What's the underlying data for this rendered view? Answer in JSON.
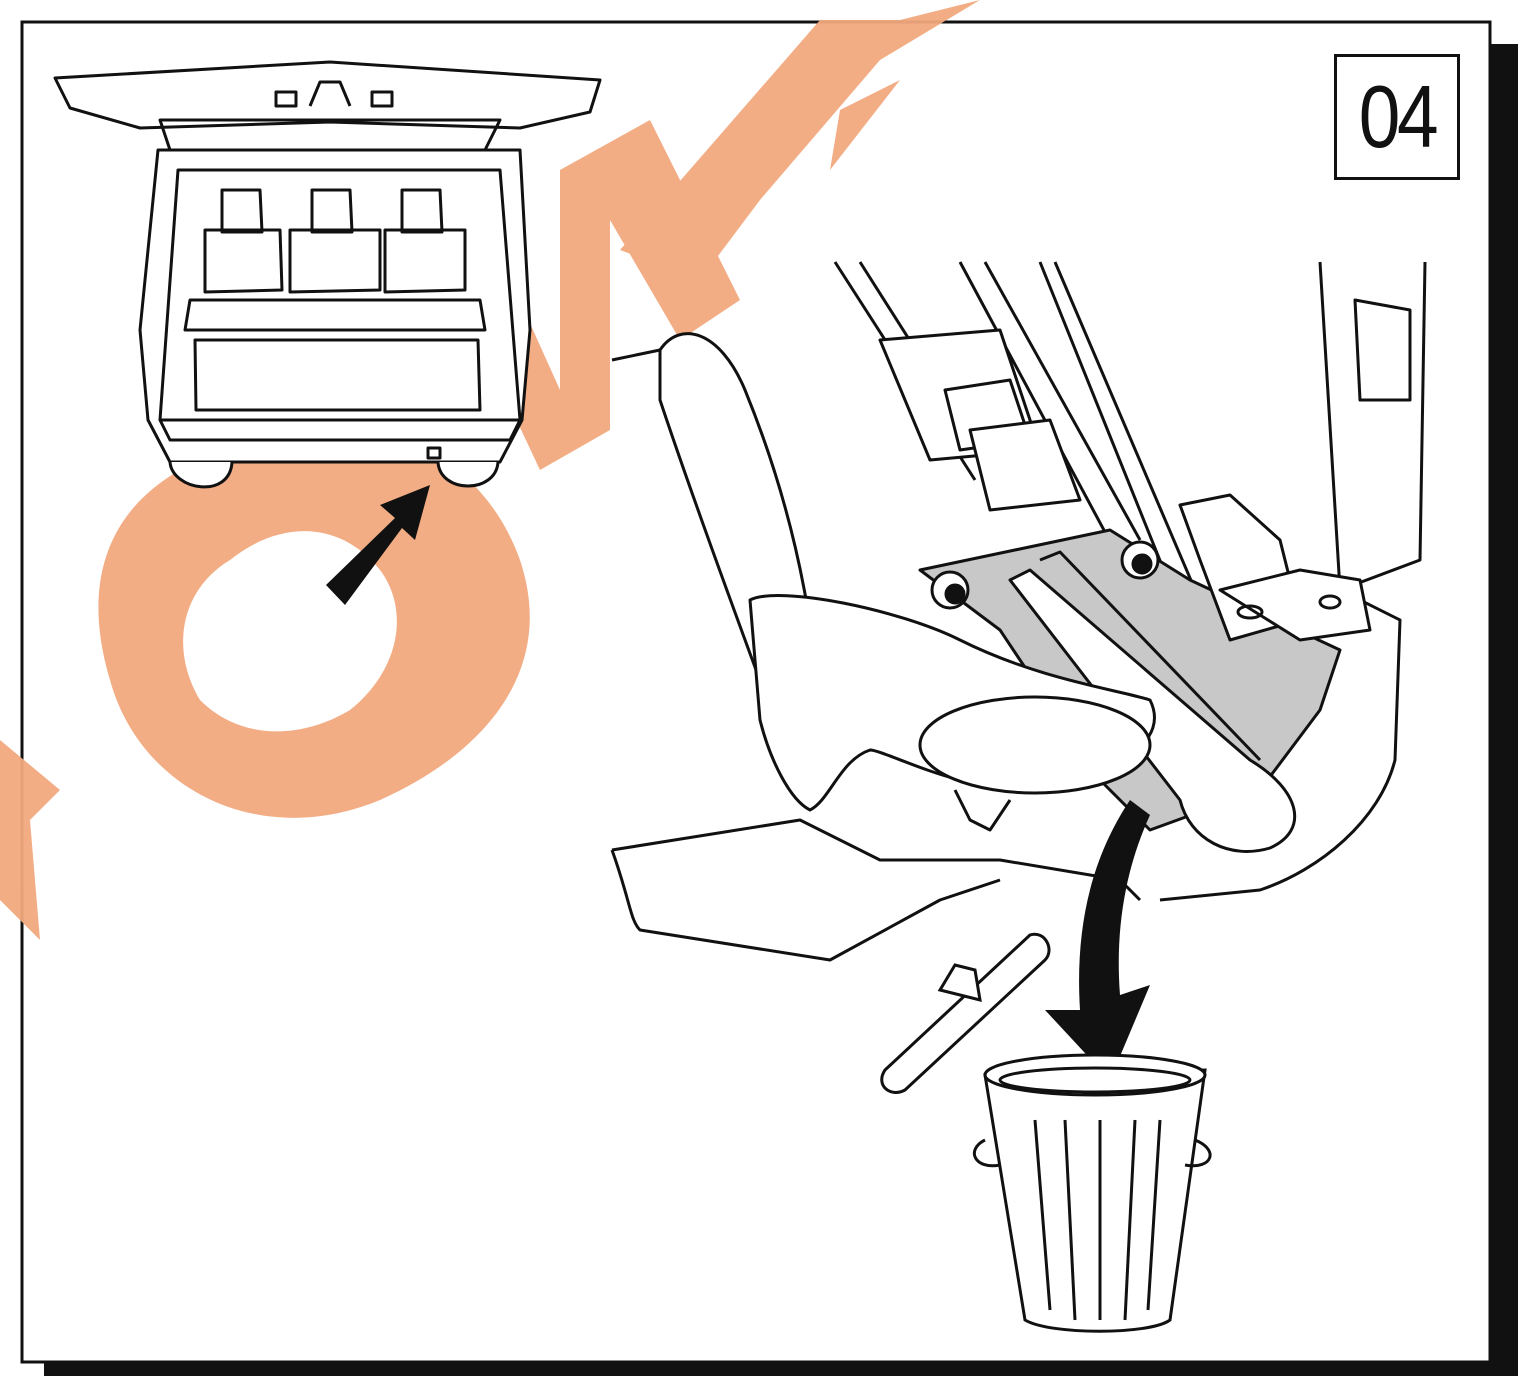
{
  "step": {
    "number": "04"
  },
  "watermark": {
    "text": "IOMA",
    "color": "#F2A97E"
  },
  "colors": {
    "line": "#111111",
    "panel": "#ffffff",
    "shadow": "#111111",
    "bracket_fill": "#c8c8c8"
  },
  "illustrations": [
    {
      "name": "vehicle-rear-view",
      "description_icon": "van-rear-icon"
    },
    {
      "name": "attention-arrow",
      "description_icon": "arrow-icon"
    },
    {
      "name": "towbar-socket-closeup",
      "description_icon": "tow-bracket-icon"
    },
    {
      "name": "removed-cap",
      "description_icon": "cap-icon"
    },
    {
      "name": "dispose-arrow",
      "description_icon": "curved-arrow-icon"
    },
    {
      "name": "trash-bin",
      "description_icon": "trash-bin-icon"
    }
  ]
}
